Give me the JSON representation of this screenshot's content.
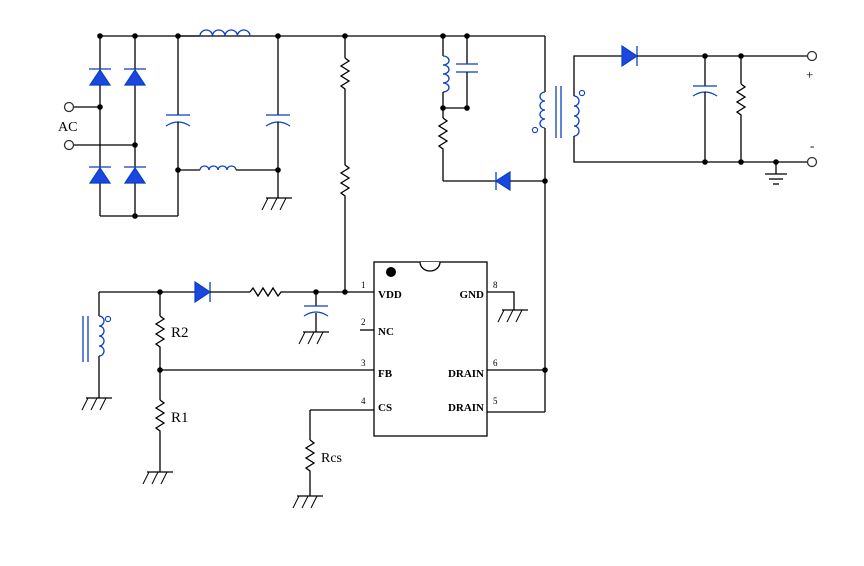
{
  "labels": {
    "ac": "AC",
    "plus": "+",
    "minus": "-",
    "r1": "R1",
    "r2": "R2",
    "rcs": "Rcs"
  },
  "ic": {
    "pins": [
      {
        "num": "1",
        "name": "VDD"
      },
      {
        "num": "2",
        "name": "NC"
      },
      {
        "num": "3",
        "name": "FB"
      },
      {
        "num": "4",
        "name": "CS"
      },
      {
        "num": "5",
        "name": "DRAIN"
      },
      {
        "num": "6",
        "name": "DRAIN"
      },
      {
        "num": "8",
        "name": "GND"
      }
    ]
  },
  "colors": {
    "component_blue": "#1a47e0",
    "wire": "#000000"
  }
}
